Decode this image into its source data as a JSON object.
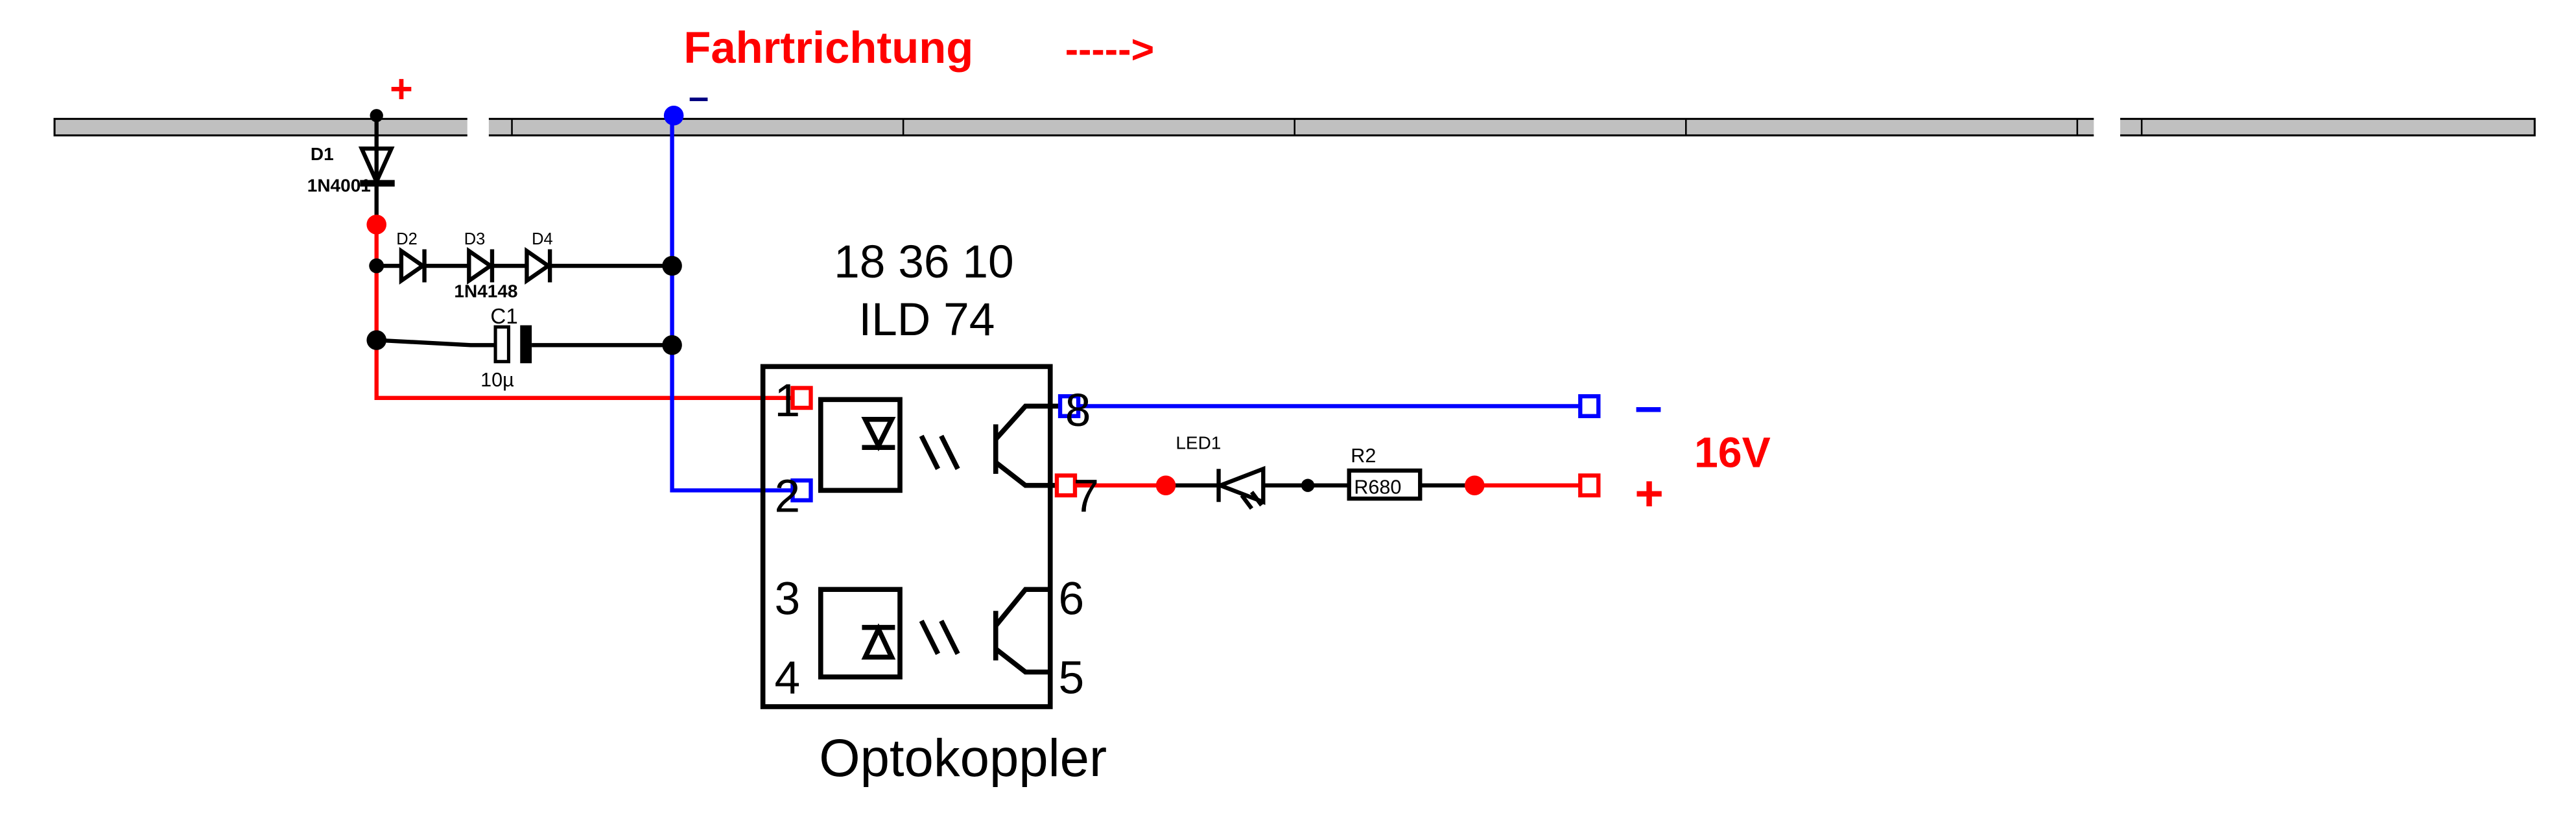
{
  "title": {
    "direction": "Fahrtrichtung",
    "arrow": "----->"
  },
  "rail": {
    "plus": "+",
    "minus": "–"
  },
  "components": {
    "d1": {
      "ref": "D1",
      "value": "1N4001"
    },
    "d2": {
      "ref": "D2"
    },
    "d3": {
      "ref": "D3"
    },
    "d4": {
      "ref": "D4"
    },
    "diodes_value": "1N4148",
    "c1": {
      "ref": "C1",
      "value": "10µ"
    },
    "led1": {
      "ref": "LED1"
    },
    "r2": {
      "ref": "R2",
      "value": "R680"
    }
  },
  "optocoupler": {
    "part_numbers": "18 36 10",
    "type": "ILD 74",
    "label": "Optokoppler",
    "pins": [
      "1",
      "2",
      "3",
      "4",
      "5",
      "6",
      "7",
      "8"
    ]
  },
  "supply": {
    "minus": "–",
    "plus": "+",
    "voltage": "16V"
  },
  "colors": {
    "positive": "#ff0000",
    "negative": "#0000ff",
    "rail": "#c0c0c0"
  }
}
